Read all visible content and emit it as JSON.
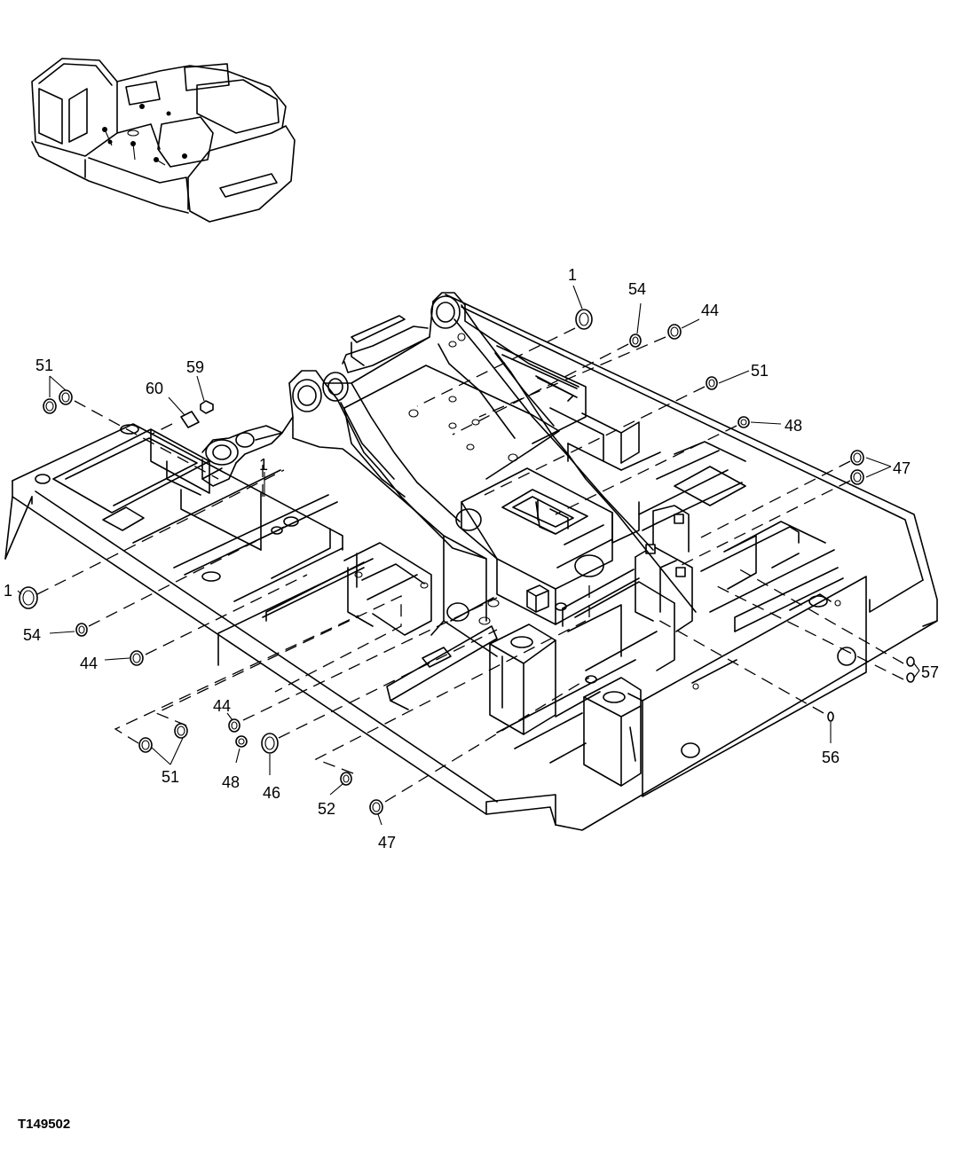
{
  "figure_id": "T149502",
  "callouts": {
    "c1_top": "1",
    "c1_left": "1",
    "c1_mid": "1",
    "c54_top": "54",
    "c54_left": "54",
    "c44_top": "44",
    "c44_left": "44",
    "c44_low": "44",
    "c51_top_left": "51",
    "c51_top_right": "51",
    "c51_bottom": "51",
    "c48_right": "48",
    "c48_low": "48",
    "c47_right": "47",
    "c47_bottom": "47",
    "c46": "46",
    "c52": "52",
    "c56": "56",
    "c57": "57",
    "c59": "59",
    "c60": "60"
  }
}
